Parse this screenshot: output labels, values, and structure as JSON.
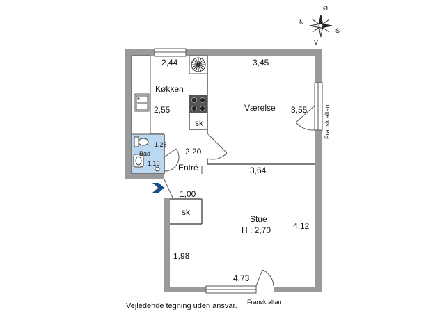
{
  "compass": {
    "n": "N",
    "o": "Ø",
    "s": "S",
    "v": "V"
  },
  "dimensions": {
    "kitchen_top": "2,44",
    "kitchen_side": "2,55",
    "bedroom_top": "3,45",
    "bedroom_side": "3,55",
    "bath_w": "1,28",
    "bath_h": "1,10",
    "entry": "2,20",
    "living_top": "3,64",
    "entry_lower": "1,00",
    "living_side": "4,12",
    "living_left": "1,98",
    "living_bottom": "4,73"
  },
  "rooms": {
    "kitchen": "Køkken",
    "bedroom": "Værelse",
    "bath": "Bad",
    "entry": "Entré",
    "living": "Stue",
    "living_height": "H : 2,70"
  },
  "closets": {
    "closet_1": "sk",
    "closet_2": "sk"
  },
  "balcony_right": "Fransk altan",
  "balcony_bottom": "Fransk altan",
  "footer": "Vejledende tegning uden ansvar.",
  "colors": {
    "wall": "#9a9a9a",
    "bath_fill": "#bcd7f0",
    "entry_marker": "#1d4f86"
  }
}
